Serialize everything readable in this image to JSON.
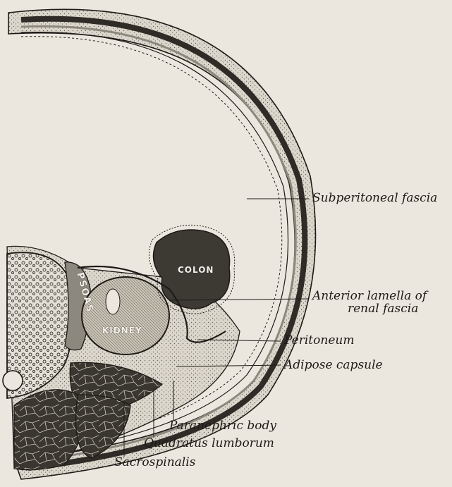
{
  "structures": {
    "colon": "COLON",
    "kidney": "KIDNEY",
    "psoas": "PSOAS"
  },
  "labels": {
    "subperitoneal_fascia": "Subperitoneal fascia",
    "anterior_lamella_line1": "Anterior lamella of",
    "anterior_lamella_line2": "renal fascia",
    "peritoneum": "Peritoneum",
    "adipose_capsule": "Adipose capsule",
    "paranephric_body": "Paranephric body",
    "quadratus_lumborum": "Quadratus lumborum",
    "sacrospinalis": "Sacrospinalis"
  },
  "colors": {
    "background": "#ebe7df",
    "ink": "#1d1b17",
    "tissue": "#d8d3c8",
    "dark_tissue": "#3d3a34"
  }
}
